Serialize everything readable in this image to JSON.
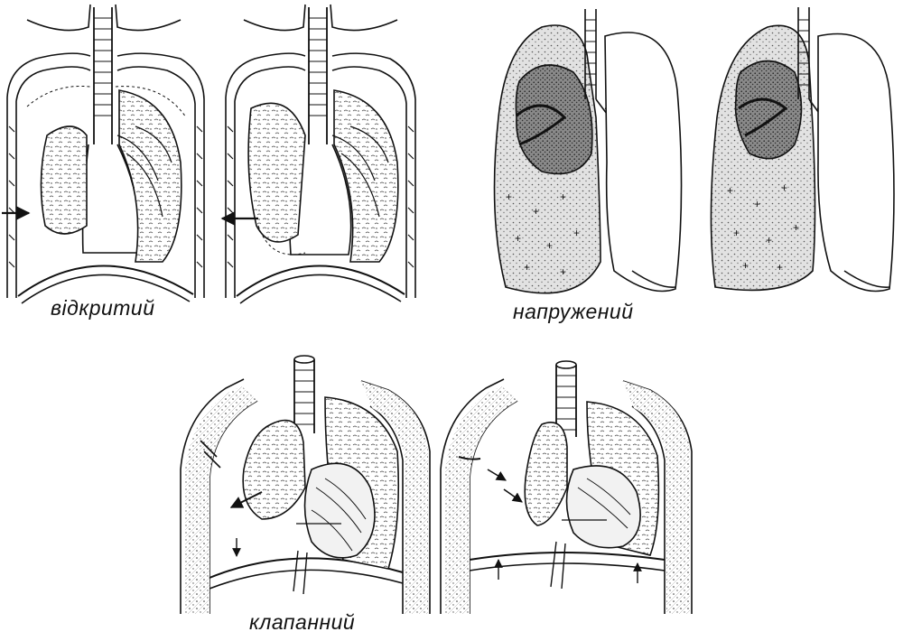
{
  "captions": {
    "open": "відкритий",
    "tension": "напружений",
    "valve": "клапанний"
  },
  "panels": [
    {
      "group": "open",
      "icon": "chest-cross-section-lung-collapse-icon"
    },
    {
      "group": "open",
      "icon": "chest-cross-section-lung-collapse-icon"
    },
    {
      "group": "tension",
      "icon": "lungs-front-view-icon"
    },
    {
      "group": "tension",
      "icon": "lungs-front-view-icon"
    },
    {
      "group": "valve",
      "icon": "thorax-sagittal-heart-lung-icon"
    },
    {
      "group": "valve",
      "icon": "thorax-sagittal-heart-lung-icon"
    }
  ],
  "colors": {
    "line": "#111111",
    "stipple": "#cfcfcf",
    "dark_fill": "#5a5a5a",
    "paper": "#ffffff"
  }
}
